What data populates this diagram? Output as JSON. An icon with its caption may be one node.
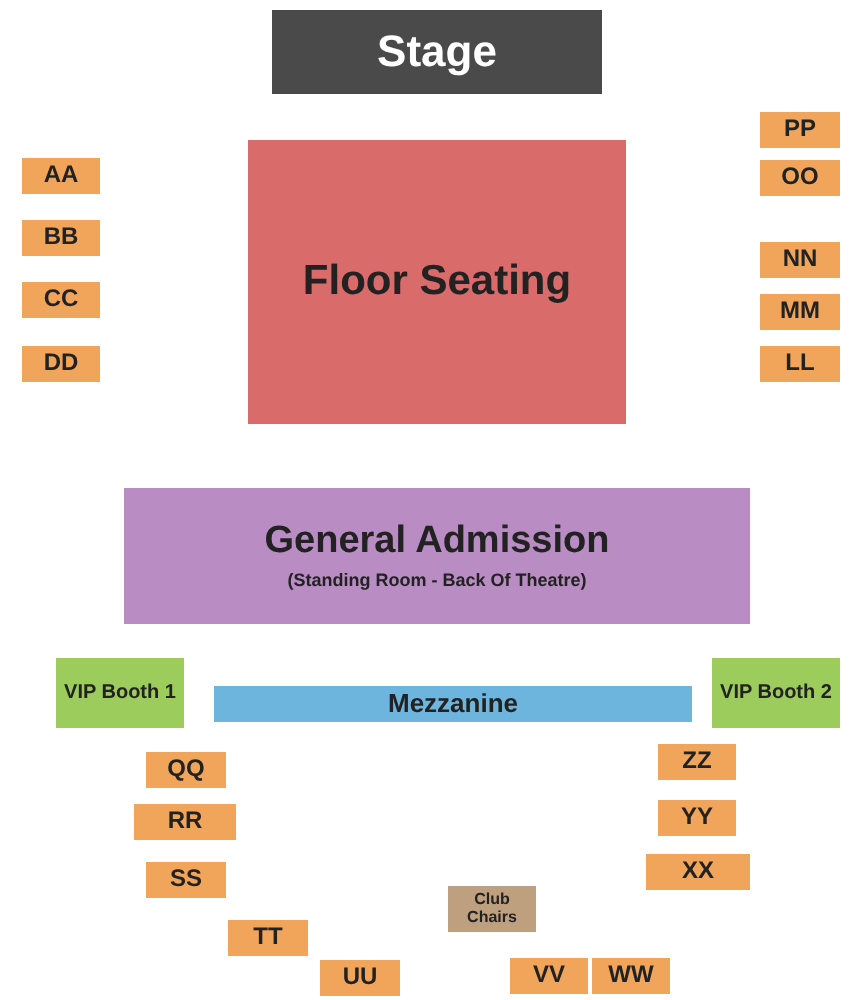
{
  "diagram": {
    "nodes": [
      {
        "text": [
          "Stage"
        ]
      },
      {
        "text": [
          "Floor Seating"
        ]
      },
      {
        "text": [
          "AA"
        ]
      },
      {
        "text": [
          "BB"
        ]
      },
      {
        "text": [
          "CC"
        ]
      },
      {
        "text": [
          "DD"
        ]
      },
      {
        "text": [
          "PP"
        ]
      },
      {
        "text": [
          "OO"
        ]
      },
      {
        "text": [
          "NN"
        ]
      },
      {
        "text": [
          "MM"
        ]
      },
      {
        "text": [
          "LL"
        ]
      },
      {
        "text": [
          "General Admission",
          "(Standing Room - Back Of Theatre)"
        ]
      },
      {
        "text": [
          "VIP Booth 1"
        ]
      },
      {
        "text": [
          "Mezzanine"
        ]
      },
      {
        "text": [
          "VIP Booth 2"
        ]
      },
      {
        "text": [
          "QQ"
        ]
      },
      {
        "text": [
          "RR"
        ]
      },
      {
        "text": [
          "SS"
        ]
      },
      {
        "text": [
          "TT"
        ]
      },
      {
        "text": [
          "UU"
        ]
      },
      {
        "text": [
          "ZZ"
        ]
      },
      {
        "text": [
          "YY"
        ]
      },
      {
        "text": [
          "XX"
        ]
      },
      {
        "text": [
          "Club Chairs"
        ]
      },
      {
        "text": [
          "VV"
        ]
      },
      {
        "text": [
          "WW"
        ]
      }
    ]
  }
}
